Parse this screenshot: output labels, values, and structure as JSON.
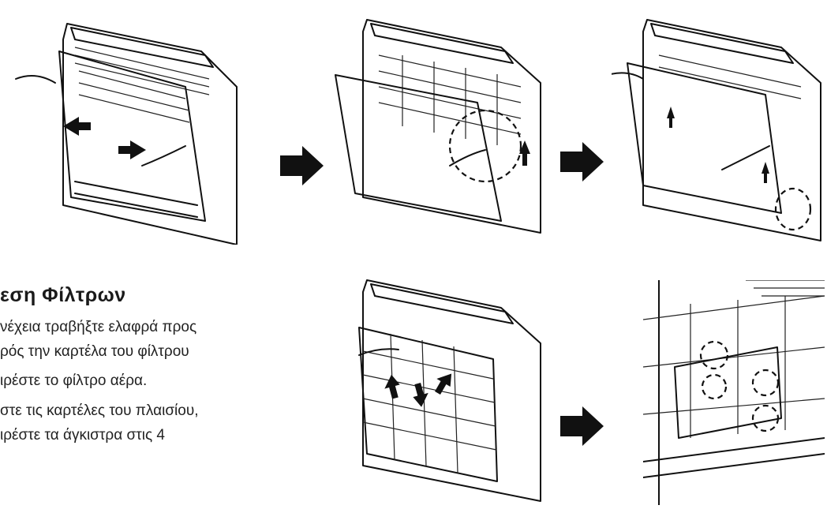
{
  "section": {
    "heading": "εση Φίλτρων",
    "lines": [
      "νέχεια τραβήξτε ελαφρά προς",
      "ρός την καρτέλα του φίλτρου",
      "ιρέστε το φίλτρο αέρα.",
      "στε τις καρτέλες του πλαισίου,",
      "ιρέστε τα άγκιστρα στις 4"
    ]
  },
  "figures": [
    {
      "name": "step-open-front-panel",
      "description_icon": "air-conditioner-panel-open-icon"
    },
    {
      "name": "step-lift-panel",
      "description_icon": "air-conditioner-panel-lift-icon"
    },
    {
      "name": "step-close-panel",
      "description_icon": "air-conditioner-panel-close-icon"
    },
    {
      "name": "step-remove-filter",
      "description_icon": "air-filter-remove-icon"
    },
    {
      "name": "step-detail-hooks",
      "description_icon": "filter-hooks-detail-icon"
    }
  ],
  "colors": {
    "ink": "#111111",
    "arrow": "#111111",
    "background": "#ffffff"
  }
}
